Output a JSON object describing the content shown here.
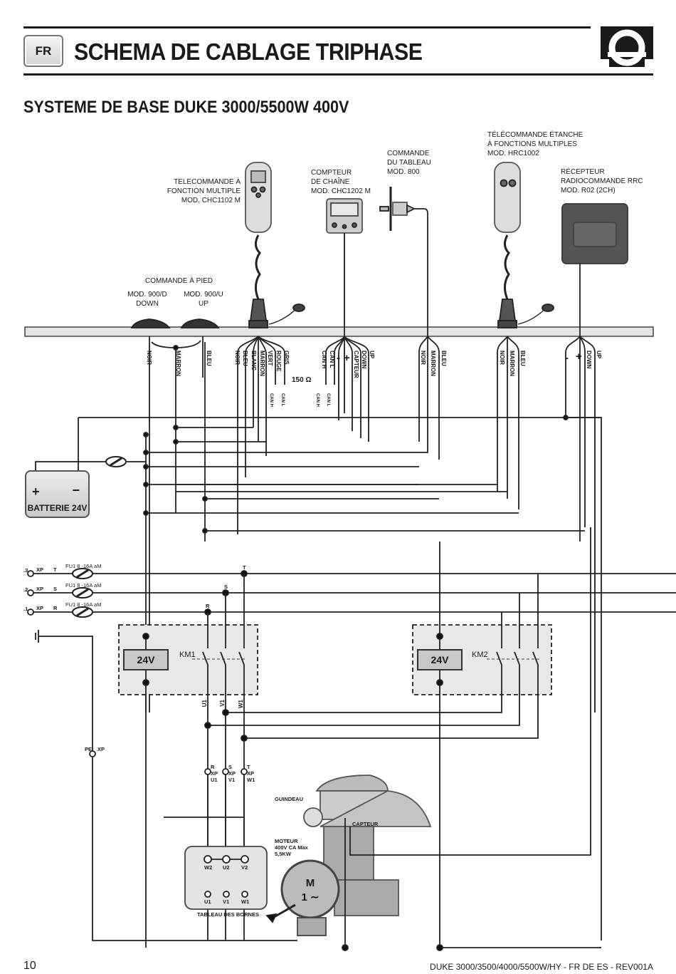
{
  "header": {
    "lang_badge": "FR",
    "title": "SCHEMA DE CABLAGE TRIPHASE",
    "logo": "quick-q-logo"
  },
  "subtitle": "SYSTEME DE BASE DUKE 3000/5500W 400V",
  "devices": {
    "remote_chc": [
      "TELECOMMANDE À",
      "FONCTION MULTIPLE",
      "MOD. CHC1102 M"
    ],
    "chain_counter": [
      "COMPTEUR",
      "DE CHAÎNE",
      "MOD. CHC1202 M"
    ],
    "panel_switch": [
      "COMMANDE",
      "DU TABLEAU",
      "MOD. 800"
    ],
    "remote_hrc": [
      "TÉLÉCOMMANDE ÉTANCHE",
      "À FONCTIONS MULTIPLES",
      "MOD. HRC1002"
    ],
    "receiver": [
      "RÉCEPTEUR",
      "RADIOCOMMANDE RRC",
      "MOD. R02 (2CH)"
    ],
    "foot_switch_title": "COMMANDE À PIED",
    "foot_down": [
      "MOD. 900/D",
      "DOWN"
    ],
    "foot_up": [
      "MOD. 900/U",
      "UP"
    ]
  },
  "wires": {
    "foot": [
      "NOIR",
      "MARRON",
      "BLEU"
    ],
    "remote_chc": [
      "NOIR",
      "BLEU",
      "BLANC",
      "MARRON",
      "VERT",
      "ROUGE",
      "GRIS"
    ],
    "counter": [
      "CAN H",
      "CAN L",
      "-",
      "+",
      "CAPTEUR",
      "DOWN",
      "UP"
    ],
    "panel": [
      "NOIR",
      "MARRON",
      "BLEU"
    ],
    "remote_hrc": [
      "NOIR",
      "MARRON",
      "BLEU"
    ],
    "receiver": [
      "-",
      "+",
      "DOWN",
      "UP"
    ],
    "termination": "150 Ω",
    "can_left": [
      "CAN H",
      "CAN L"
    ],
    "can_right": [
      "CAN H",
      "CAN L"
    ]
  },
  "battery": {
    "label": "BATTERIE 24V",
    "plus": "+",
    "minus": "−"
  },
  "supply": {
    "lines": [
      {
        "terminal": ".3",
        "xp": "XP",
        "phase": "T",
        "fuse": "FU1  8 -16A aM"
      },
      {
        "terminal": ".2",
        "xp": "XP",
        "phase": "S",
        "fuse": "FU1  8 -16A aM"
      },
      {
        "terminal": ".1",
        "xp": "XP",
        "phase": "R",
        "fuse": "FU1  8 -16A aM"
      }
    ],
    "tap_labels": [
      "R",
      "S",
      "T"
    ]
  },
  "contactors": {
    "km1": {
      "coil": "24V",
      "label": "KM1",
      "outputs": [
        "U1",
        "V1",
        "W1"
      ]
    },
    "km2": {
      "coil": "24V",
      "label": "KM2"
    }
  },
  "terminals": {
    "pe": [
      "PE",
      "XP"
    ],
    "r": [
      "R",
      "XP",
      "U1"
    ],
    "s": [
      "S",
      "XP",
      "V1"
    ],
    "t": [
      "T",
      "XP",
      "W1"
    ]
  },
  "terminal_board": {
    "title": "TABLEAU DES BORNES",
    "top": [
      "W2",
      "U2",
      "V2"
    ],
    "bottom": [
      "U1",
      "V1",
      "W1"
    ]
  },
  "windlass": {
    "label": "GUINDEAU",
    "sensor": "CAPTEUR",
    "motor": [
      "MOTEUR",
      "400V CA Max",
      "5,5KW"
    ],
    "motor_symbol": [
      "M",
      "1 ∼"
    ]
  },
  "footer": {
    "page": "10",
    "ref": "DUKE 3000/3500/4000/5500W/HY - FR  DE  ES - REV001A"
  }
}
